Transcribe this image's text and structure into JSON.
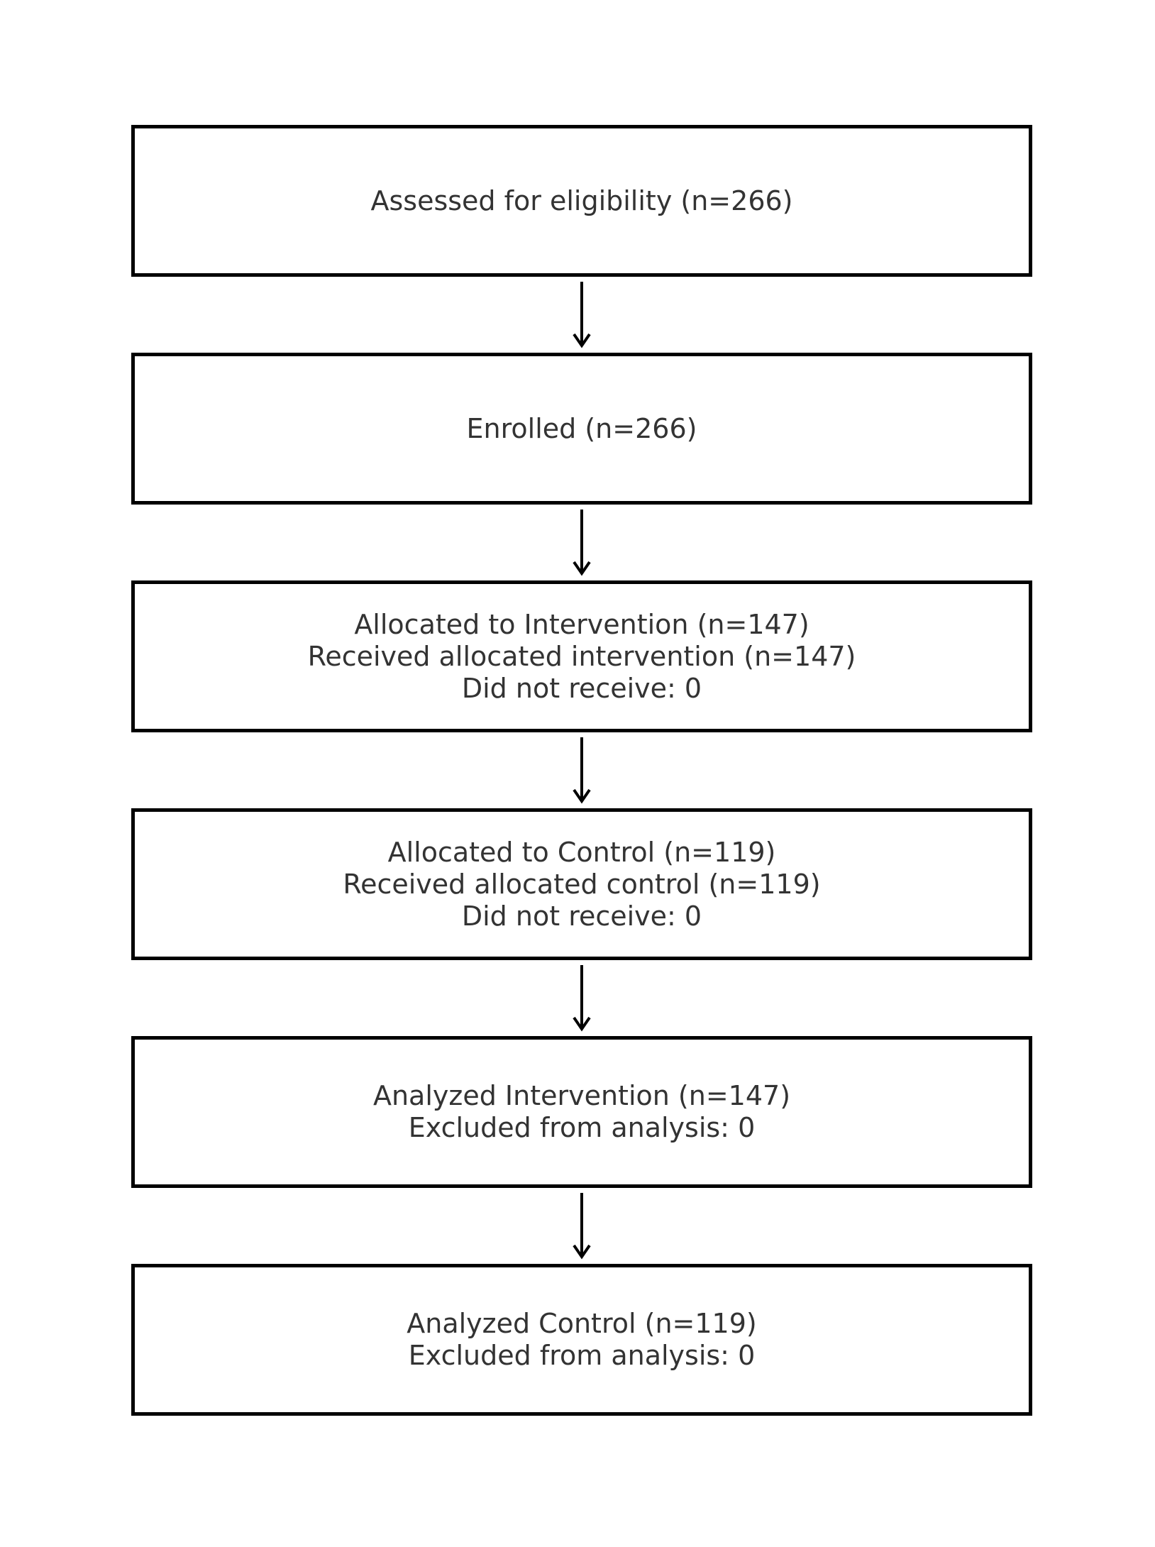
{
  "flowchart": {
    "boxes": [
      {
        "lines": [
          "Assessed for eligibility (n=266)"
        ]
      },
      {
        "lines": [
          "Enrolled (n=266)"
        ]
      },
      {
        "lines": [
          "Allocated to Intervention (n=147)",
          "Received allocated intervention (n=147)",
          "Did not receive: 0"
        ]
      },
      {
        "lines": [
          "Allocated to Control (n=119)",
          "Received allocated control (n=119)",
          "Did not receive: 0"
        ]
      },
      {
        "lines": [
          "Analyzed Intervention (n=147)",
          "Excluded from analysis: 0"
        ]
      },
      {
        "lines": [
          "Analyzed Control (n=119)",
          "Excluded from analysis: 0"
        ]
      }
    ],
    "colors": {
      "border": "#000000",
      "text": "#333333",
      "arrow": "#000000"
    }
  }
}
